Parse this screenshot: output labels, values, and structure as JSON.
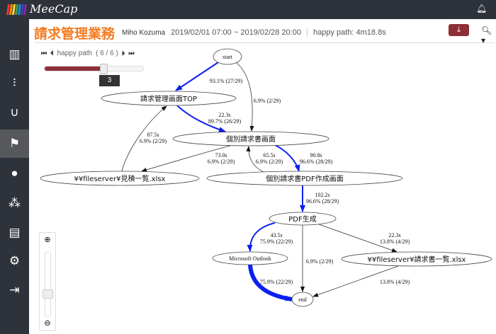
{
  "app": {
    "logo": "MeeCap",
    "stripe_colors": [
      "#e53935",
      "#fb8c00",
      "#fdd835",
      "#43a047",
      "#1e88e5",
      "#3949ab",
      "#8e24aa"
    ]
  },
  "header": {
    "title": "請求管理業務",
    "user": "Miho Kozuma",
    "range": "2019/02/01 07:00 ~ 2019/02/28 20:00",
    "happy_path": "happy path:  4m18.8s"
  },
  "player": {
    "label": "happy path",
    "count": "( 6 / 6 )",
    "slider_value": "3",
    "slider_fraction": 0.6
  },
  "sidebar": {
    "items": [
      "chart-bar",
      "footprints",
      "stethoscope",
      "process-flow",
      "user",
      "users",
      "id-card",
      "gear",
      "logout"
    ],
    "active": 3
  },
  "graph": {
    "nodes": {
      "start": "start",
      "top": "請求管理画面TOP",
      "detail": "個別請求書画面",
      "estimate": "¥¥fileserver¥見積一覧.xlsx",
      "pdfscreen": "個別請求書PDF作成画面",
      "pdfgen": "PDF生成",
      "outlook": "Microsoft Outlook",
      "invoicelist": "¥¥fileserver¥請求書一覧.xlsx",
      "end": "end"
    },
    "edges": {
      "start_top": [
        "93.1% (27/29)"
      ],
      "start_detail": [
        "6.9% (2/29)"
      ],
      "top_detail": [
        "22.3s",
        "89.7% (26/29)"
      ],
      "estimate_top": [
        "87.5s",
        "6.9% (2/29)"
      ],
      "detail_estimate": [
        "73.0s",
        "6.9% (2/29)"
      ],
      "pdfscreen_detail": [
        "65.5s",
        "6.9% (2/29)"
      ],
      "detail_pdfscreen": [
        "90.8s",
        "96.6% (28/29)"
      ],
      "pdfscreen_pdfgen": [
        "102.2s",
        "96.6% (28/29)"
      ],
      "pdfgen_outlook": [
        "43.5s",
        "75.9% (22/29)"
      ],
      "pdfgen_end": [
        "6.9% (2/29)"
      ],
      "pdfgen_invoicelist": [
        "22.3s",
        "13.8% (4/29)"
      ],
      "outlook_end": [
        "75.9% (22/29)"
      ],
      "invoicelist_end": [
        "13.8% (4/29)"
      ]
    },
    "happy_color": "#0a1ff0"
  }
}
